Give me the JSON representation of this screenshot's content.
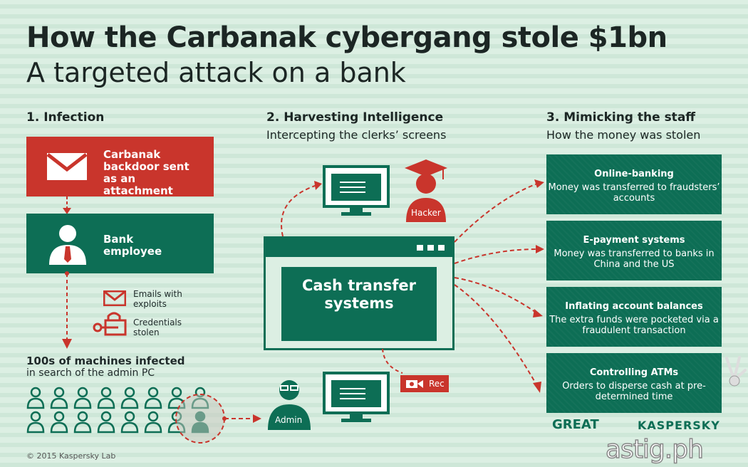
{
  "title": "How the Carbanak cybergang stole $1bn",
  "subtitle": "A targeted attack on a bank",
  "section1": {
    "heading": "1. Infection",
    "red_box": "Carbanak backdoor sent as an attachment",
    "green_box": "Bank employee",
    "emails": "Emails with exploits",
    "credentials": "Credentials stolen",
    "machines_title": "100s of machines infected",
    "machines_sub": "in search of the admin PC"
  },
  "section2": {
    "heading": "2. Harvesting Intelligence",
    "subheading": "Intercepting the clerks’ screens",
    "hacker": "Hacker",
    "central": "Cash transfer systems",
    "admin": "Admin",
    "rec": "Rec"
  },
  "section3": {
    "heading": "3. Mimicking the staff",
    "subheading": "How the money was stolen",
    "stages": [
      {
        "title": "Online-banking",
        "text": "Money was transferred to fraudsters’ accounts"
      },
      {
        "title": "E-payment systems",
        "text": "Money was transferred to banks in China and the US"
      },
      {
        "title": "Inflating account balances",
        "text": "The extra funds were pocketed via a fraudulent transaction"
      },
      {
        "title": "Controlling ATMs",
        "text": "Orders to disperse cash at pre-determined time"
      }
    ]
  },
  "footer": {
    "copyright": "© 2015 Kaspersky Lab",
    "logo_great": "GREAT",
    "logo_kaspersky": "KASPERSKY",
    "watermark": "astig.ph"
  },
  "colors": {
    "green": "#0d6e55",
    "red": "#c9352c",
    "background": "#dcefe3"
  }
}
